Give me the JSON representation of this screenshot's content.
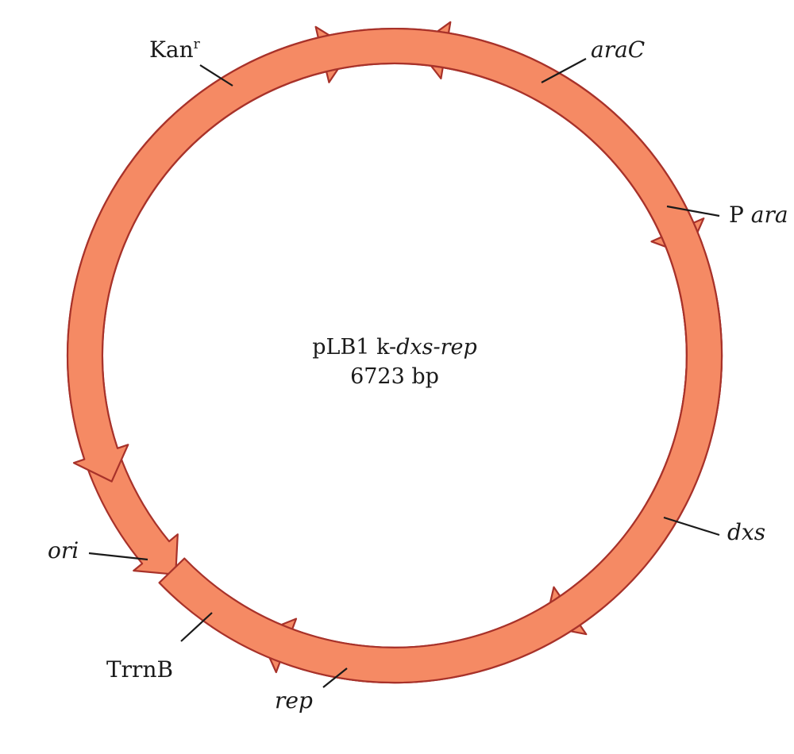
{
  "plasmid": {
    "name_prefix": "pLB1 k-",
    "name_italic": "dxs-rep",
    "size_label": "6723 bp"
  },
  "colors": {
    "backbone": "#f2ee4a",
    "backbone_edge": "#c9c23a",
    "feature_fill": "#f58a64",
    "feature_stroke": "#a8322a"
  },
  "features": [
    {
      "id": "kanr",
      "label": "Kan",
      "label_sup": "r",
      "italic": false,
      "start_deg": 300,
      "end_deg": 352,
      "direction": "cw"
    },
    {
      "id": "arac",
      "label": "araC",
      "label_sup": "",
      "italic": true,
      "start_deg": 58,
      "end_deg": 4,
      "direction": "ccw"
    },
    {
      "id": "para",
      "label": "P ",
      "label_italic_part": "ara",
      "italic": false,
      "start_deg": 60,
      "end_deg": 71,
      "direction": "cw"
    },
    {
      "id": "dxs",
      "label": "dxs",
      "label_sup": "",
      "italic": true,
      "start_deg": 74,
      "end_deg": 151,
      "direction": "cw",
      "note": "arrowhead at end"
    },
    {
      "id": "rep",
      "label": "rep",
      "label_sup": "",
      "italic": true,
      "start_deg": 176,
      "end_deg": 206,
      "direction": "cw"
    },
    {
      "id": "trrnb",
      "label": "TrrnB",
      "label_sup": "",
      "italic": false,
      "start_deg": 214,
      "end_deg": 225,
      "direction": "ccw"
    },
    {
      "id": "ori",
      "label": "ori",
      "label_sup": "",
      "italic": true,
      "start_deg": 226,
      "end_deg": 246,
      "direction": "ccw"
    }
  ]
}
